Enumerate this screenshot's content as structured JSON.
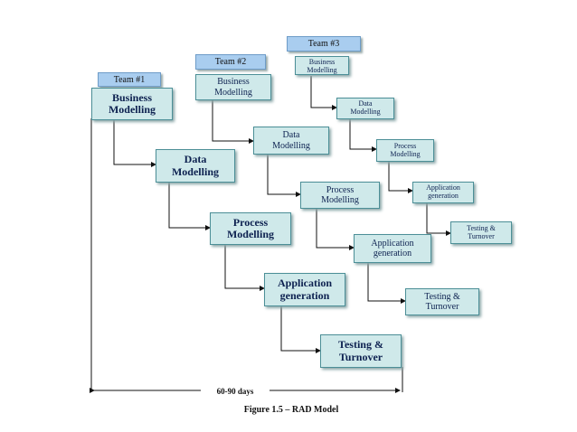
{
  "team1": {
    "label": "Team #1",
    "boxes": [
      "Business\nModelling",
      "Data\nModelling",
      "Process\nModelling",
      "Application\ngeneration",
      "Testing &\nTurnover"
    ]
  },
  "team2": {
    "label": "Team #2",
    "boxes": [
      "Business\nModelling",
      "Data\nModelling",
      "Process\nModelling",
      "Application\ngeneration",
      "Testing &\nTurnover"
    ]
  },
  "team3": {
    "label": "Team #3",
    "boxes": [
      "Business\nModelling",
      "Data\nModelling",
      "Process\nModelling",
      "Application\ngeneration",
      "Testing &\nTurnover"
    ]
  },
  "duration_label": "60-90 days",
  "caption": "Figure 1.5 – RAD Model"
}
